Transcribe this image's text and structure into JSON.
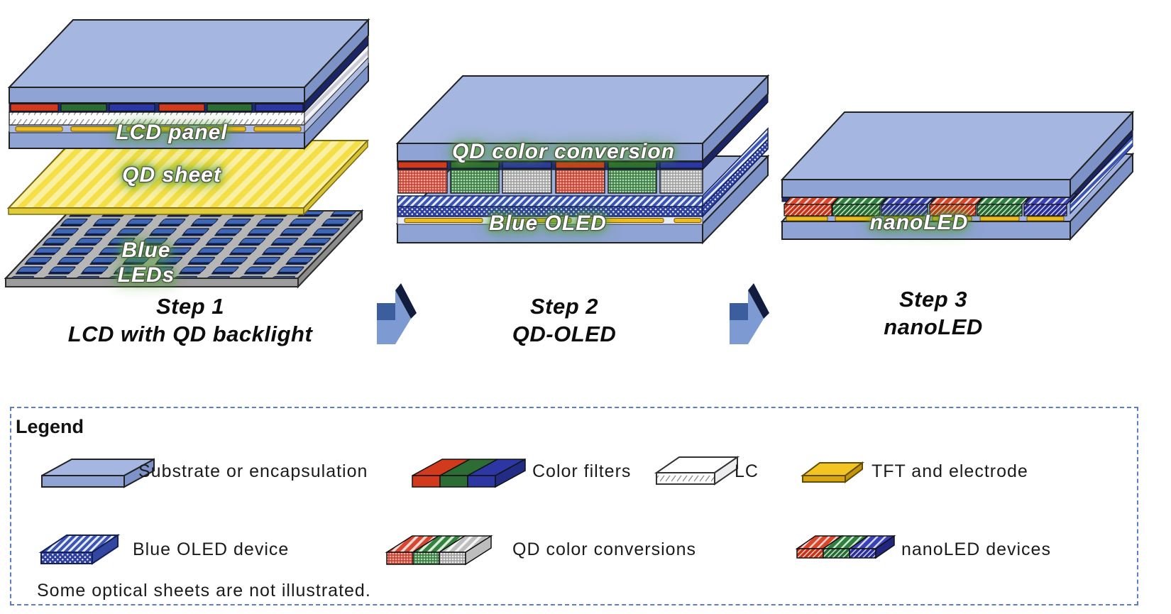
{
  "diagram": {
    "step1": {
      "label_lcd": "LCD panel",
      "label_qd_sheet": "QD sheet",
      "label_blue": "Blue",
      "label_leds": "LEDs",
      "caption_line1": "Step 1",
      "caption_line2": "LCD with QD backlight"
    },
    "step2": {
      "label_qdcc": "QD color conversion",
      "label_oled": "Blue OLED",
      "caption_line1": "Step 2",
      "caption_line2": "QD-OLED"
    },
    "step3": {
      "label_nanoled": "nanoLED",
      "caption_line1": "Step 3",
      "caption_line2": "nanoLED"
    }
  },
  "legend": {
    "title": "Legend",
    "items": [
      {
        "label": "Substrate or encapsulation",
        "swatch": "substrate-slab-icon"
      },
      {
        "label": "Color filters",
        "swatch": "color-filters-slab-icon"
      },
      {
        "label": "LC",
        "swatch": "lc-slab-icon"
      },
      {
        "label": "TFT and electrode",
        "swatch": "tft-slab-icon"
      },
      {
        "label": "Blue OLED device",
        "swatch": "blue-oled-slab-icon"
      },
      {
        "label": "QD color conversions",
        "swatch": "qd-conversion-slab-icon"
      },
      {
        "label": "nanoLED devices",
        "swatch": "nanoled-slab-icon"
      }
    ],
    "note": "Some optical sheets are not illustrated."
  },
  "colors": {
    "substrate_top_blue": "#A5B6E0",
    "substrate_front_blue": "#8FA3D4",
    "substrate_side_blue": "#7D92C6",
    "filter_red": "#D23A1E",
    "filter_green": "#2E6C36",
    "filter_blue": "#2C37A4",
    "dark_navy_layer": "#1E2B78",
    "tft_yellow": "#EDBB1C",
    "qd_sheet_yellow": "#F6E14E",
    "oled_blue": "#3A55B4",
    "led_board_gray": "#B6B6B6",
    "arrow_blue": "#7E9AD2",
    "arrow_navy": "#111C3E",
    "legend_border_blue": "#5B7FC4",
    "glow_green": "#5AA43C"
  }
}
